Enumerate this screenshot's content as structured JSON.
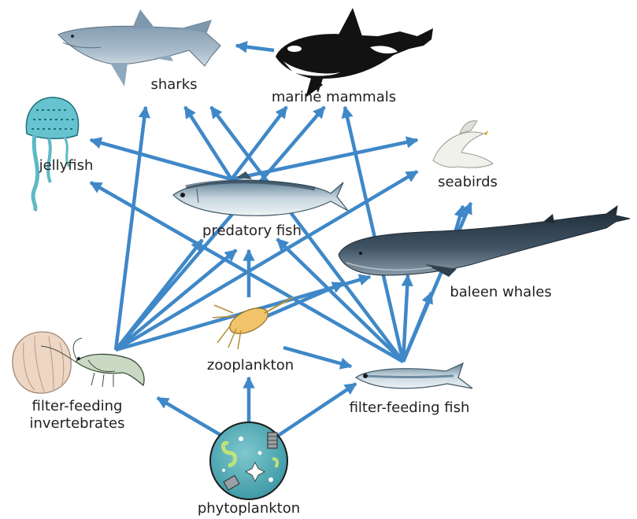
{
  "labels": {
    "sharks": "sharks",
    "marine_mammals": "marine mammals",
    "jellyfish": "jellyfish",
    "seabirds": "seabirds",
    "predatory_fish": "predatory fish",
    "baleen_whales": "baleen whales",
    "zooplankton": "zooplankton",
    "filter_feeding_invertebrates_line1": "filter-feeding",
    "filter_feeding_invertebrates_line2": "invertebrates",
    "filter_feeding_fish": "filter-feeding fish",
    "phytoplankton": "phytoplankton"
  },
  "colors": {
    "arrow": "#3f88c8",
    "text": "#231f20"
  }
}
